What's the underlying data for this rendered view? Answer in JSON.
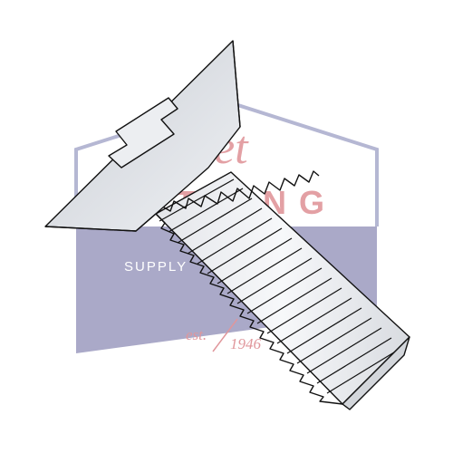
{
  "logo": {
    "script": "Jet",
    "word": "FITTING",
    "subword": "SUPPLY",
    "est_label": "est.",
    "year": "1946",
    "colors": {
      "outline": "#b5b7d3",
      "fill": "#aaa9c8",
      "accent": "#e0969b",
      "supply_text": "#ffffff"
    }
  },
  "product": {
    "icon": "flat-head-slotted-machine-screw",
    "colors": {
      "stroke": "#111111",
      "face": "#dde0e4",
      "highlight": "#f6f7f9"
    }
  }
}
